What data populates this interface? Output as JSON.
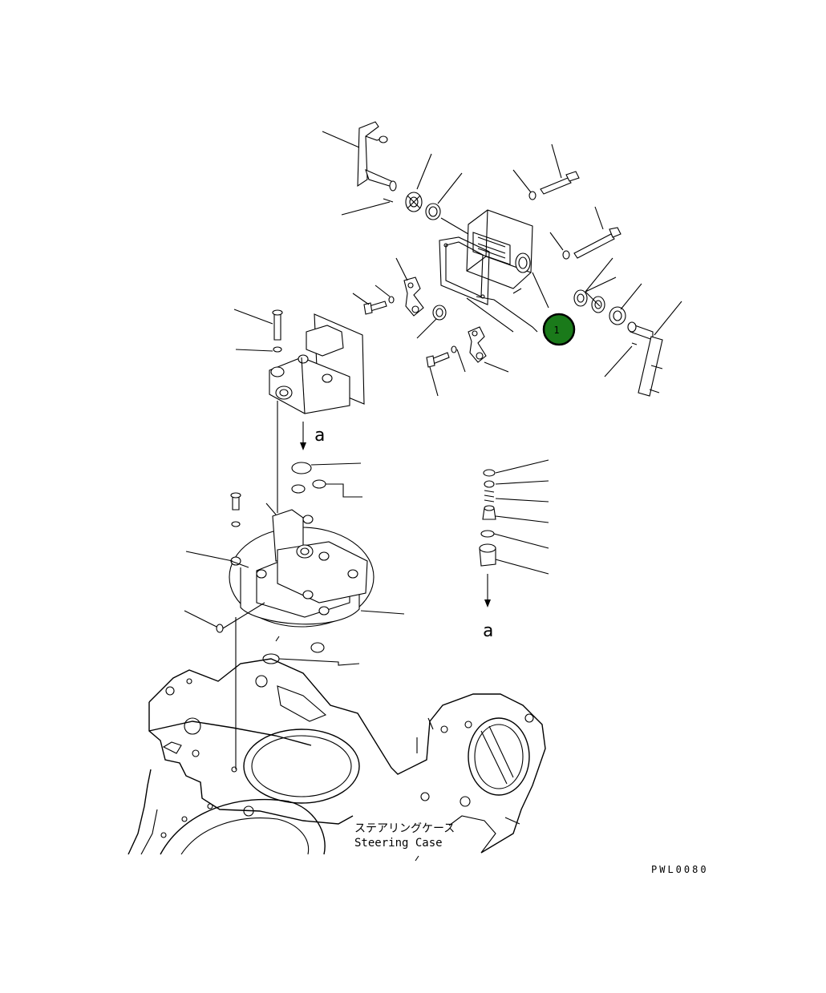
{
  "diagram": {
    "case_label_jp": "ステアリングケース",
    "case_label_en": "Steering Case",
    "ref_a_top": "a",
    "ref_a_right": "a",
    "drawing_code": "PWL0080",
    "callout_number": "1",
    "callout_color": "#1a7a1a"
  }
}
